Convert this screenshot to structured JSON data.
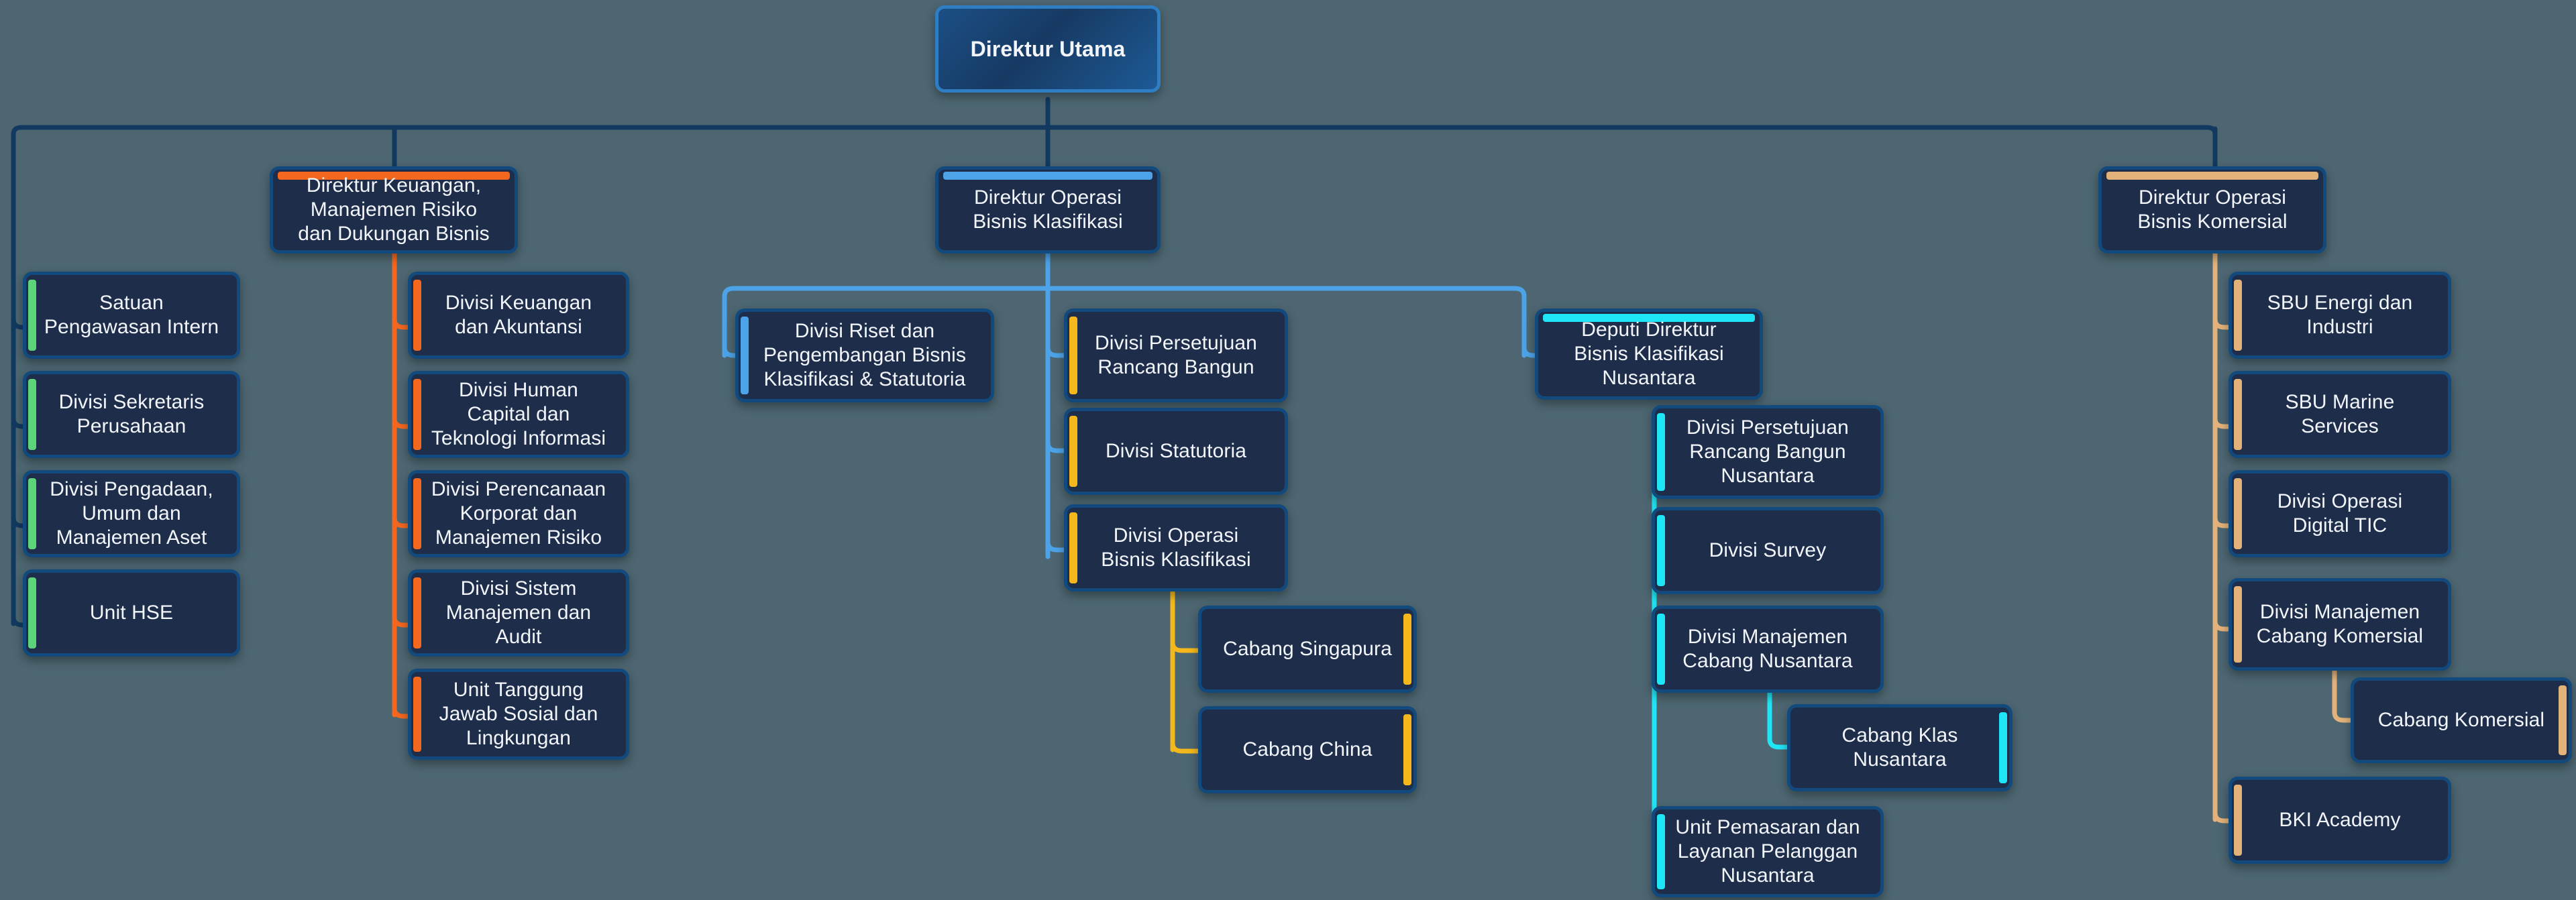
{
  "meta": {
    "background_color": "#4d6671",
    "node_fill": "#1e2d4a",
    "node_border": "#124a7d",
    "text_color": "#f2f6fb"
  },
  "palette": {
    "root_blue": "#2f7ec4",
    "green": "#5dd47a",
    "orange": "#f4671f",
    "light_blue": "#4da3e8",
    "gold": "#f5b81c",
    "cyan": "#1fe6f6",
    "tan": "#e3b27a",
    "wire_dark": "#123a60"
  },
  "root": {
    "label": "Direktur Utama"
  },
  "directors": [
    {
      "id": "keuangan",
      "label": "Direktur Keuangan,\nManajemen Risiko\ndan Dukungan Bisnis",
      "accent": "#f4671f",
      "accent_side": "top"
    },
    {
      "id": "klasifikasi",
      "label": "Direktur Operasi\nBisnis Klasifikasi",
      "accent": "#4da3e8",
      "accent_side": "top"
    },
    {
      "id": "komersial",
      "label": "Direktur Operasi\nBisnis Komersial",
      "accent": "#e3b27a",
      "accent_side": "top"
    }
  ],
  "columns": {
    "governance": {
      "accent": "#5dd47a",
      "accent_side": "left",
      "items": [
        {
          "label": "Satuan\nPengawasan Intern"
        },
        {
          "label": "Divisi Sekretaris\nPerusahaan"
        },
        {
          "label": "Divisi Pengadaan,\nUmum dan\nManajemen Aset"
        },
        {
          "label": "Unit HSE"
        }
      ]
    },
    "keuangan_children": {
      "accent": "#f4671f",
      "accent_side": "left",
      "items": [
        {
          "label": "Divisi Keuangan\ndan Akuntansi"
        },
        {
          "label": "Divisi Human\nCapital dan\nTeknologi Informasi"
        },
        {
          "label": "Divisi Perencanaan\nKorporat dan\nManajemen Risiko"
        },
        {
          "label": "Divisi Sistem\nManajemen dan\nAudit"
        },
        {
          "label": "Unit Tanggung\nJawab Sosial dan\nLingkungan"
        }
      ]
    },
    "klasifikasi_left": {
      "accent": "#4da3e8",
      "accent_side": "left",
      "items": [
        {
          "label": "Divisi Riset dan\nPengembangan Bisnis\nKlasifikasi & Statutoria"
        }
      ]
    },
    "klasifikasi_mid": {
      "accent": "#f5b81c",
      "accent_side": "left",
      "items": [
        {
          "label": "Divisi Persetujuan\nRancang Bangun"
        },
        {
          "label": "Divisi Statutoria"
        },
        {
          "label": "Divisi Operasi\nBisnis Klasifikasi"
        }
      ]
    },
    "klasifikasi_branches": {
      "accent": "#f5b81c",
      "accent_side": "right",
      "items": [
        {
          "label": "Cabang Singapura"
        },
        {
          "label": "Cabang China"
        }
      ]
    },
    "nusantara_head": {
      "accent": "#1fe6f6",
      "accent_side": "top",
      "items": [
        {
          "label": "Deputi Direktur\nBisnis Klasifikasi\nNusantara"
        }
      ]
    },
    "nusantara_children": {
      "accent": "#1fe6f6",
      "accent_side": "left",
      "items": [
        {
          "label": "Divisi Persetujuan\nRancang Bangun\nNusantara"
        },
        {
          "label": "Divisi Survey"
        },
        {
          "label": "Divisi Manajemen\nCabang Nusantara"
        },
        {
          "label": "Unit Pemasaran dan\nLayanan Pelanggan\nNusantara"
        }
      ]
    },
    "nusantara_branch": {
      "accent": "#1fe6f6",
      "accent_side": "right",
      "items": [
        {
          "label": "Cabang Klas\nNusantara"
        }
      ]
    },
    "komersial_children": {
      "accent": "#e3b27a",
      "accent_side": "left",
      "items": [
        {
          "label": "SBU Energi dan\nIndustri"
        },
        {
          "label": "SBU Marine\nServices"
        },
        {
          "label": "Divisi Operasi\nDigital TIC"
        },
        {
          "label": "Divisi Manajemen\nCabang Komersial"
        },
        {
          "label": "BKI Academy"
        }
      ]
    },
    "komersial_branch": {
      "accent": "#e3b27a",
      "accent_side": "right",
      "items": [
        {
          "label": "Cabang Komersial"
        }
      ]
    }
  }
}
